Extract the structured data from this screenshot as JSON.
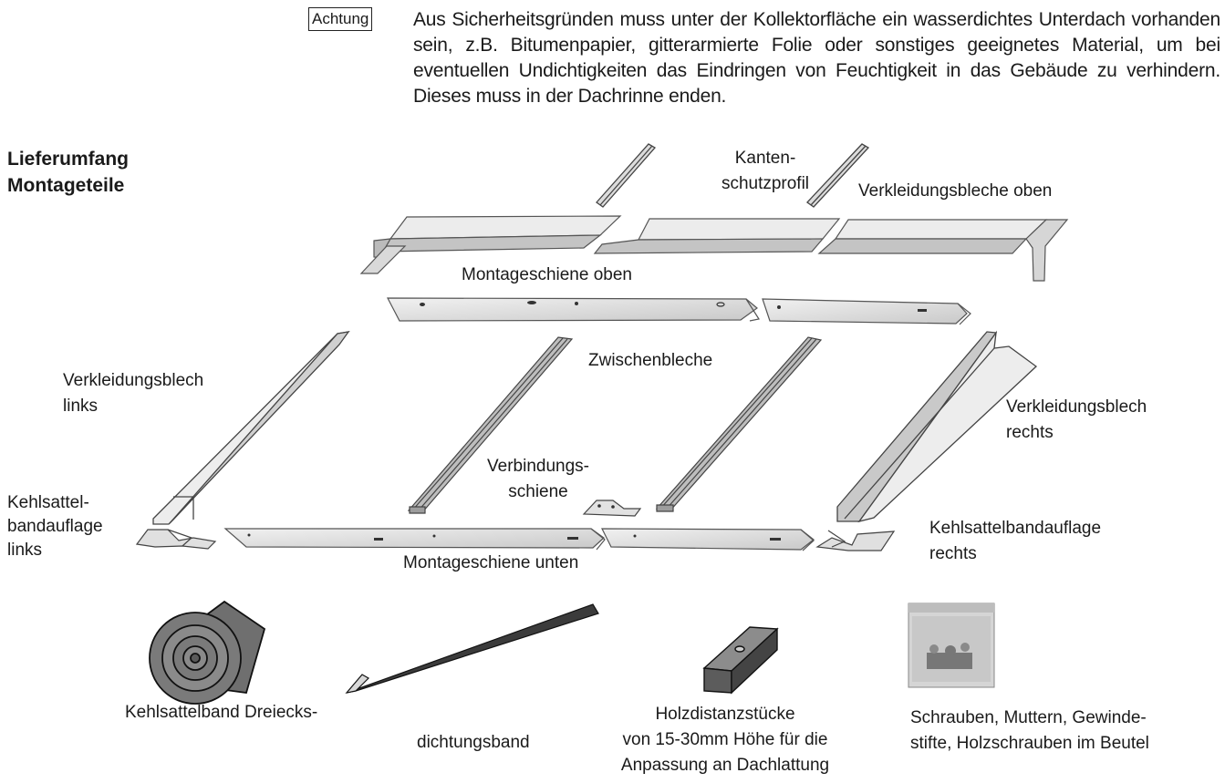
{
  "notice": {
    "tag": "Achtung",
    "text": "Aus Sicherheitsgründen muss unter der Kollektorfläche ein wasserdichtes Unterdach vorhanden sein, z.B. Bitumenpapier, gitterarmierte Folie oder sonstiges geeignetes Material, um bei eventuellen Undichtigkeiten das Eindringen von Feuchtigkeit in das Gebäude zu verhindern. Dieses muss in der Dachrinne enden."
  },
  "heading": {
    "line1": "Lieferumfang",
    "line2": "Montageteile"
  },
  "labels": {
    "kanten_1": "Kanten-",
    "kanten_2": "schutzprofil",
    "verkleidung_oben": "Verkleidungsbleche oben",
    "montage_oben": "Montageschiene oben",
    "zwischen": "Zwischenbleche",
    "verkl_links_1": "Verkleidungsblech",
    "verkl_links_2": "links",
    "verkl_rechts_1": "Verkleidungsblech",
    "verkl_rechts_2": "rechts",
    "verbindung_1": "Verbindungs-",
    "verbindung_2": "schiene",
    "kehl_links_1": "Kehlsattel-",
    "kehl_links_2": "bandauflage",
    "kehl_links_3": "links",
    "kehl_rechts_1": "Kehlsattelbandauflage",
    "kehl_rechts_2": "rechts",
    "montage_unten": "Montageschiene unten",
    "kehlsattelband": "Kehlsattelband Dreiecks-",
    "dichtungsband": "dichtungsband",
    "holz_1": "Holzdistanzstücke",
    "holz_2": "von 15-30mm Höhe für die",
    "holz_3": "Anpassung an Dachlattung",
    "schrauben_1": "Schrauben, Muttern, Gewinde-",
    "schrauben_2": "stifte, Holzschrauben im Beutel"
  }
}
